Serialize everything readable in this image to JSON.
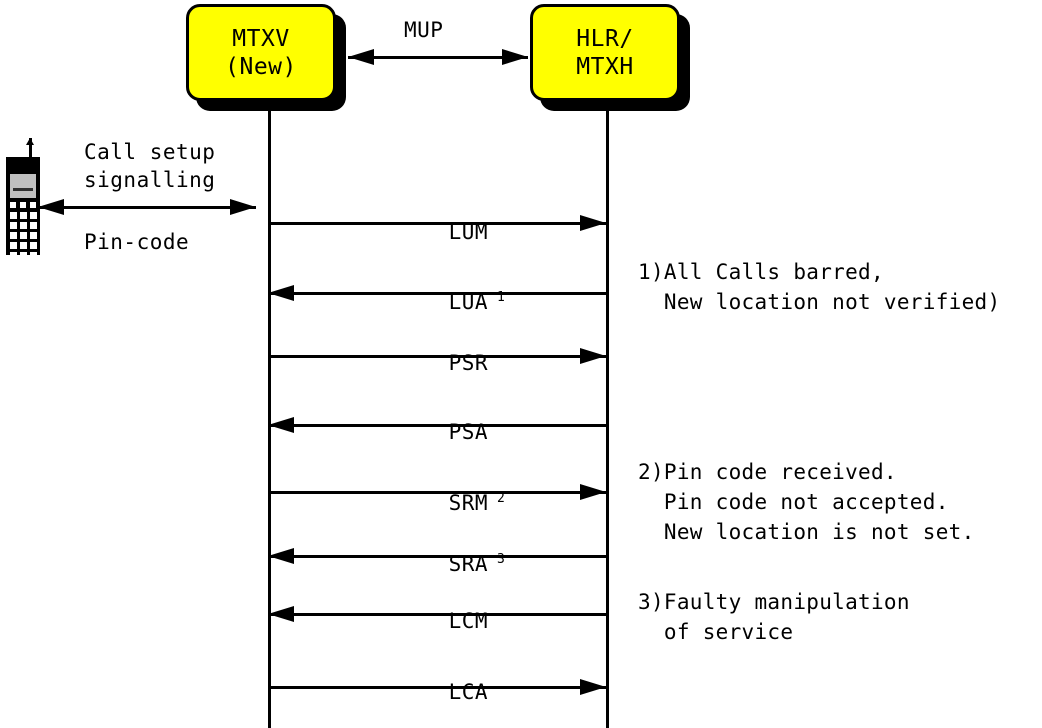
{
  "diagram": {
    "title": "MTXV / HLR-MTXH location update and pin-code sequence",
    "background_color": "#ffffff",
    "entity_fill_color": "#ffff00",
    "line_color": "#000000"
  },
  "entities": [
    {
      "name": "mtxv",
      "lines": [
        "MTXV",
        "(New)"
      ]
    },
    {
      "name": "hlr-mtxh",
      "lines": [
        "HLR/",
        "MTXH"
      ]
    }
  ],
  "protocol_link": {
    "label": "MUP",
    "direction": "bidirectional"
  },
  "mobile": {
    "icon": "mobile-phone-icon",
    "label_above": "Call setup\nsignalling",
    "label_below": "Pin-code",
    "direction": "bidirectional"
  },
  "messages": [
    {
      "label": "LUM",
      "note_ref": "",
      "direction": "right"
    },
    {
      "label": "LUA",
      "note_ref": "1",
      "direction": "left"
    },
    {
      "label": "PSR",
      "note_ref": "",
      "direction": "right"
    },
    {
      "label": "PSA",
      "note_ref": "",
      "direction": "left"
    },
    {
      "label": "SRM",
      "note_ref": "2",
      "direction": "right"
    },
    {
      "label": "SRA",
      "note_ref": "3",
      "direction": "left"
    },
    {
      "label": "LCM",
      "note_ref": "",
      "direction": "left"
    },
    {
      "label": "LCA",
      "note_ref": "",
      "direction": "right"
    }
  ],
  "notes": [
    {
      "id": "1",
      "text": "1)All Calls barred,\n  New location not verified)"
    },
    {
      "id": "2",
      "text": "2)Pin code received.\n  Pin code not accepted.\n  New location is not set."
    },
    {
      "id": "3",
      "text": "3)Faulty manipulation\n  of service"
    }
  ]
}
